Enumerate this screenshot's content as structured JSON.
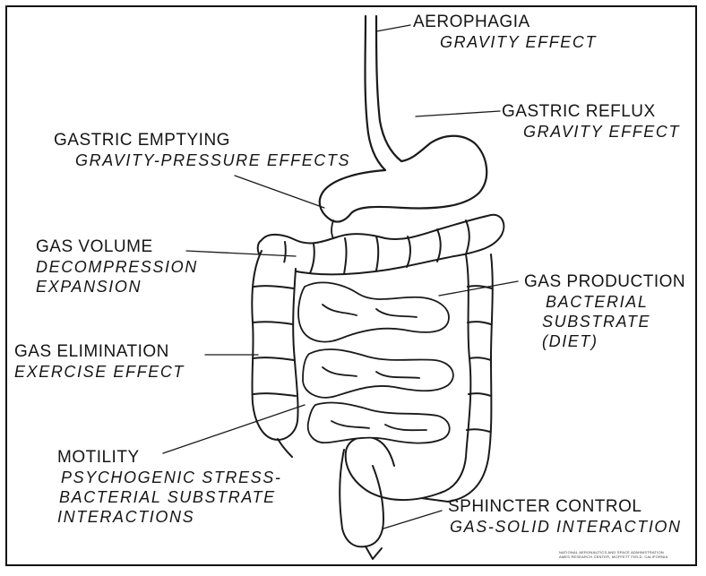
{
  "labels": {
    "aerophagia": {
      "title": "AEROPHAGIA",
      "lines": [
        "GRAVITY EFFECT"
      ]
    },
    "gastric_reflux": {
      "title": "GASTRIC REFLUX",
      "lines": [
        "GRAVITY EFFECT"
      ]
    },
    "gastric_emptying": {
      "title": "GASTRIC EMPTYING",
      "lines": [
        "GRAVITY-PRESSURE EFFECTS"
      ]
    },
    "gas_volume": {
      "title": "GAS VOLUME",
      "lines": [
        "DECOMPRESSION",
        "EXPANSION"
      ]
    },
    "gas_production": {
      "title": "GAS PRODUCTION",
      "lines": [
        "BACTERIAL",
        "SUBSTRATE",
        "(DIET)"
      ]
    },
    "gas_elimination": {
      "title": "GAS ELIMINATION",
      "lines": [
        "EXERCISE EFFECT"
      ]
    },
    "motility": {
      "title": "MOTILITY",
      "lines": [
        "PSYCHOGENIC STRESS-",
        "BACTERIAL SUBSTRATE",
        "INTERACTIONS"
      ]
    },
    "sphincter_control": {
      "title": "SPHINCTER CONTROL",
      "lines": [
        "GAS-SOLID INTERACTION"
      ]
    }
  },
  "credit": {
    "line1": "NATIONAL AERONAUTICS AND SPACE ADMINISTRATION",
    "line2": "AMES RESEARCH CENTER, MOFFETT FIELD, CALIFORNIA"
  }
}
